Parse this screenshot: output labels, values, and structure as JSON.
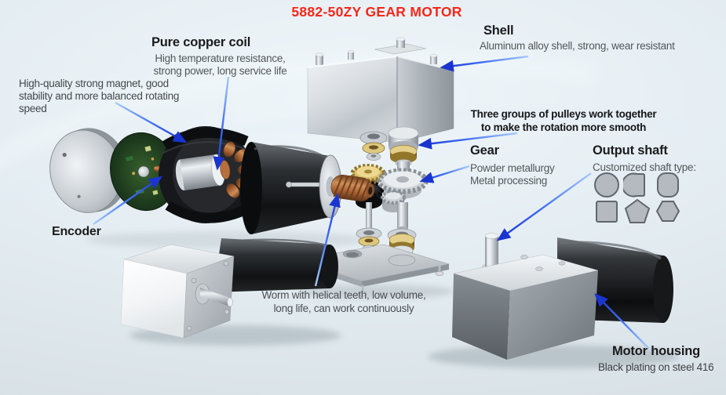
{
  "title": {
    "text": "5882-50ZY GEAR MOTOR",
    "color": "#f5271a"
  },
  "labels": {
    "coil": {
      "heading": "Pure copper coil",
      "line1": "High temperature resistance,",
      "line2": "strong power, long service life"
    },
    "magnet": {
      "line1": "High-quality strong magnet, good",
      "line2": "stability and more balanced rotating",
      "line3": "speed"
    },
    "shell": {
      "heading": "Shell",
      "desc": "Aluminum alloy shell, strong, wear resistant"
    },
    "pulleys": {
      "line1": "Three groups of pulleys work together",
      "line2": "to make the rotation more smooth"
    },
    "gear": {
      "heading": "Gear",
      "line1": "Powder metallurgy",
      "line2": "Metal processing"
    },
    "output_shaft": {
      "heading": "Output shaft",
      "desc": "Customized shaft type:",
      "types": [
        "round",
        "d-cut",
        "oval",
        "square",
        "pentagon",
        "hexagon"
      ]
    },
    "encoder": {
      "heading": "Encoder"
    },
    "worm": {
      "line1": "Worm with helical teeth, low volume,",
      "line2": "long life, can work continuously"
    },
    "motor_housing": {
      "heading": "Motor housing",
      "desc": "Black plating on steel 416"
    }
  },
  "colors": {
    "heading_text": "#1b1b1d",
    "body_text": "#53575a",
    "arrow_dark": "#1a34cf",
    "arrow_light": "#a9cdf8",
    "shaft_shape_fill": "#b5bac0",
    "shaft_shape_stroke": "#61676d"
  }
}
